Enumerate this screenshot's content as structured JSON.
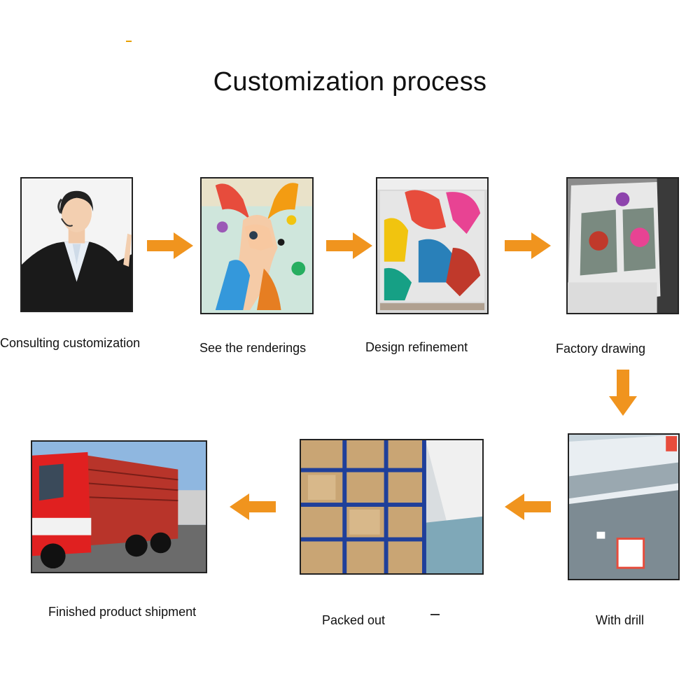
{
  "title": "Customization process",
  "colors": {
    "arrow": "#f0941e",
    "border": "#222222"
  },
  "steps": [
    {
      "label": "Consulting customization",
      "image": "customer-service-agent-photo"
    },
    {
      "label": "See the renderings",
      "image": "colorful-deer-painting"
    },
    {
      "label": "Design refinement",
      "image": "pixel-design-pattern"
    },
    {
      "label": "Factory drawing",
      "image": "canvas-printing-machine"
    },
    {
      "label": "With drill",
      "image": "drill-bead-bags"
    },
    {
      "label": "Packed out",
      "image": "warehouse-shelves-boxes"
    },
    {
      "label": "Finished product shipment",
      "image": "red-delivery-truck"
    }
  ]
}
